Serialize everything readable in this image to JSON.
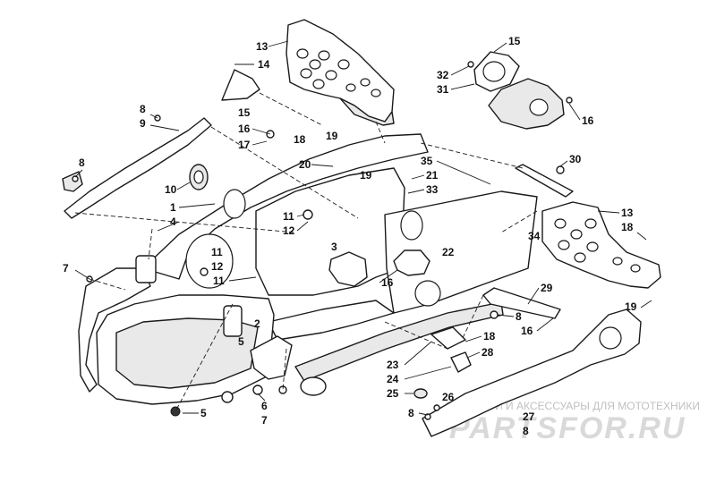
{
  "callouts": {
    "c13a": "13",
    "c14": "14",
    "c15a": "15",
    "c32": "32",
    "c31": "31",
    "c16a": "16",
    "c8a": "8",
    "c9": "9",
    "c15b": "15",
    "c16b": "16",
    "c17": "17",
    "c18a": "18",
    "c19a": "19",
    "c20": "20",
    "c19b": "19",
    "c35": "35",
    "c21": "21",
    "c33": "33",
    "c30": "30",
    "c13b": "13",
    "c18b": "18",
    "c8b": "8",
    "c10": "10",
    "c1": "1",
    "c4": "4",
    "c11a": "11",
    "c12a": "12",
    "c3": "3",
    "c22": "22",
    "c34": "34",
    "c7a": "7",
    "c11b": "11",
    "c12b": "12",
    "c11c": "11",
    "c16c": "16",
    "c29": "29",
    "c19c": "19",
    "c2": "2",
    "c8c": "8",
    "c16d": "16",
    "c5a": "5",
    "c18c": "18",
    "c23": "23",
    "c28": "28",
    "c24": "24",
    "c25": "25",
    "c26": "26",
    "c5b": "5",
    "c6": "6",
    "c7b": "7",
    "c8d": "8",
    "c27": "27",
    "c8e": "8"
  },
  "watermark": {
    "tagline": "ЗАПЧАСТИ И АКСЕССУАРЫ ДЛЯ МОТОТЕХНИКИ",
    "brand": "PARTSFOR.RU"
  }
}
